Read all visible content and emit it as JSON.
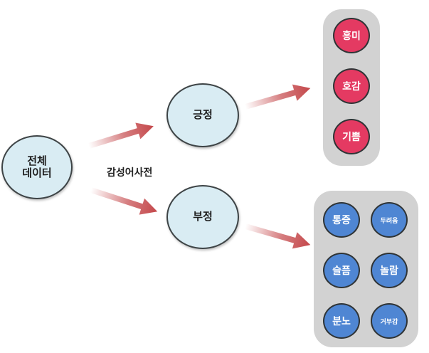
{
  "nodes": {
    "root_line1": "전체",
    "root_line2": "데이터",
    "positive": "긍정",
    "negative": "부정"
  },
  "dictionary_label": "감성어사전",
  "positive_emotions": [
    "흥미",
    "호감",
    "기쁨"
  ],
  "negative_emotions": [
    "통증",
    "두려움",
    "슬픔",
    "놀람",
    "분노",
    "거부감"
  ],
  "colors": {
    "node_fill": "#d9ecf3",
    "node_border": "#3e4446",
    "panel": "#d2d2d2",
    "positive_chip": "#e43a62",
    "negative_chip": "#4f86d3",
    "arrow": "#c4474a"
  }
}
